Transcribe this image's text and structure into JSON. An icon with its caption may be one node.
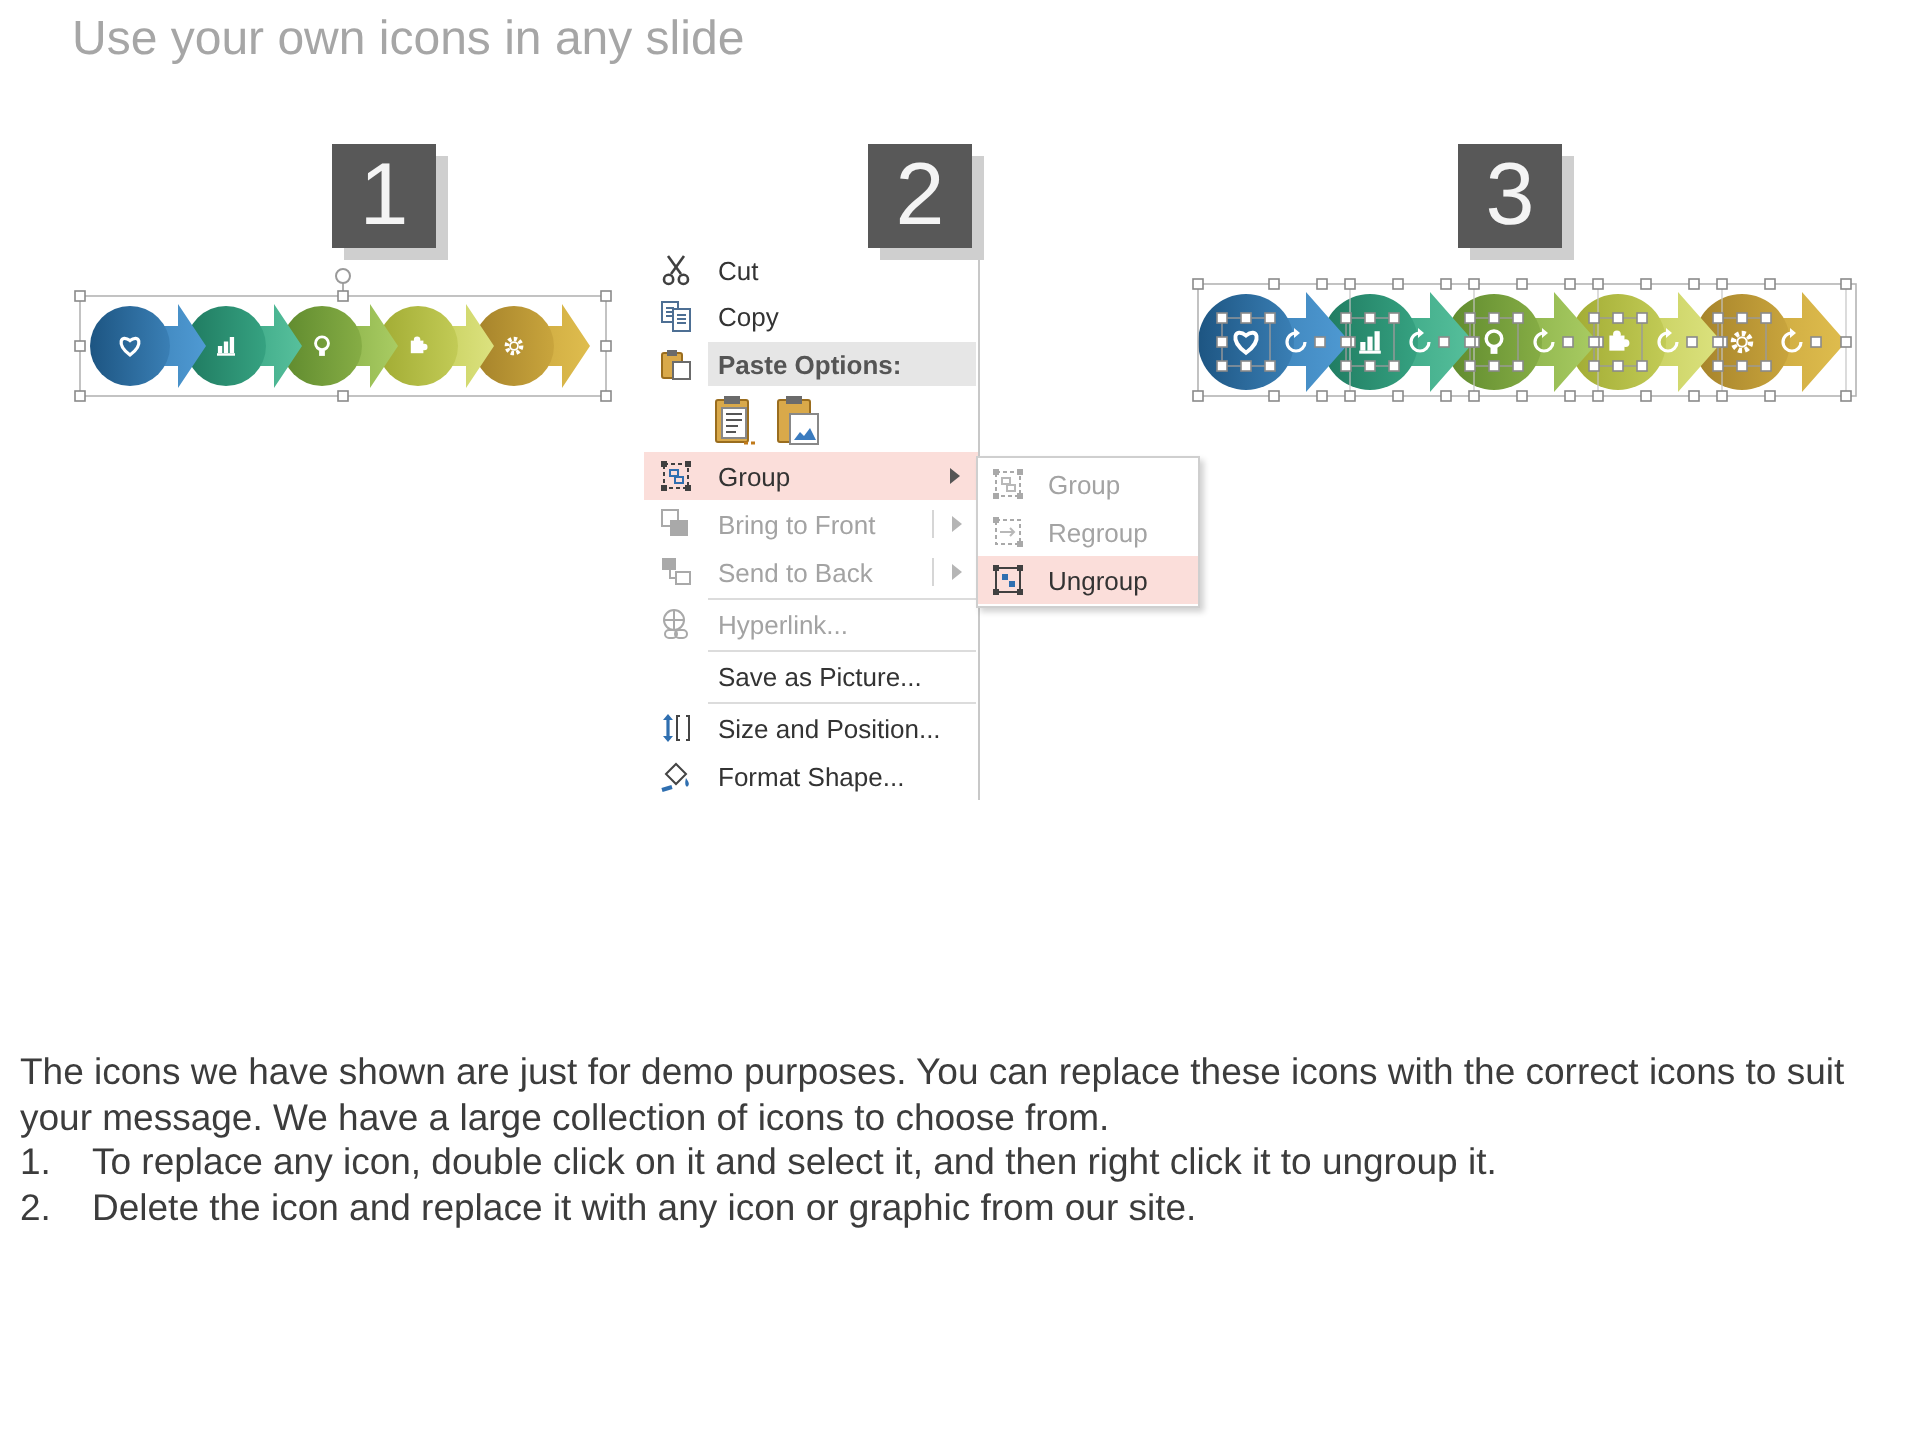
{
  "diagram": {
    "title": "Use your own icons in any slide",
    "nodes": [
      {
        "text": [
          "1"
        ]
      },
      {
        "text": [
          "2"
        ]
      },
      {
        "text": [
          "3"
        ]
      },
      {
        "text": [
          "Cut",
          "Copy",
          "Paste Options:",
          "Group",
          "Bring to Front",
          "Send to Back",
          "Hyperlink...",
          "Save as Picture...",
          "Size and Position...",
          "Format Shape..."
        ]
      },
      {
        "text": [
          "Group",
          "Regroup",
          "Ungroup"
        ]
      }
    ],
    "labels": [
      "The icons we have shown are just for demo purposes. You can replace these icons with the correct icons to suit your message. We have a large collection of icons to choose from.",
      "1.",
      "To replace any icon, double click on it and select it, and then right click it to ungroup it.",
      "2.",
      "Delete the icon and replace it with any icon or graphic from our site."
    ]
  }
}
